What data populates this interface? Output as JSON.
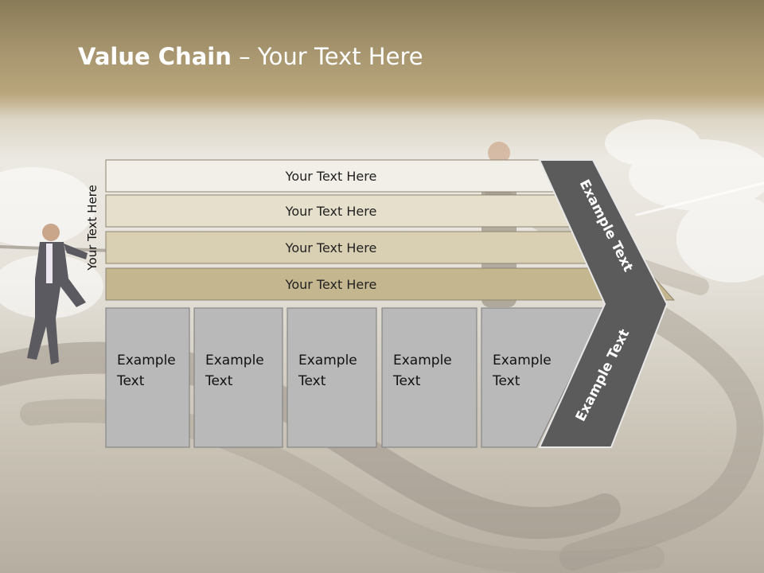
{
  "slide": {
    "title_bold": "Value Chain",
    "title_rest": " – Your Text Here",
    "side_label": "Your Text Here"
  },
  "bars": [
    {
      "label": "Your Text Here",
      "color": "#f1efe7"
    },
    {
      "label": "Your Text Here",
      "color": "#e6dfcb"
    },
    {
      "label": "Your Text Here",
      "color": "#d9cfb3"
    },
    {
      "label": "Your Text Here",
      "color": "#c4b68e"
    }
  ],
  "boxes": [
    {
      "line1": "Example",
      "line2": "Text"
    },
    {
      "line1": "Example",
      "line2": "Text"
    },
    {
      "line1": "Example",
      "line2": "Text"
    },
    {
      "line1": "Example",
      "line2": "Text"
    },
    {
      "line1": "Example",
      "line2": "Text"
    }
  ],
  "chevron": {
    "top_label": "Example Text",
    "bottom_label": "Example Text",
    "color": "#5b5b5b"
  },
  "box_color": "#b9b9b9"
}
